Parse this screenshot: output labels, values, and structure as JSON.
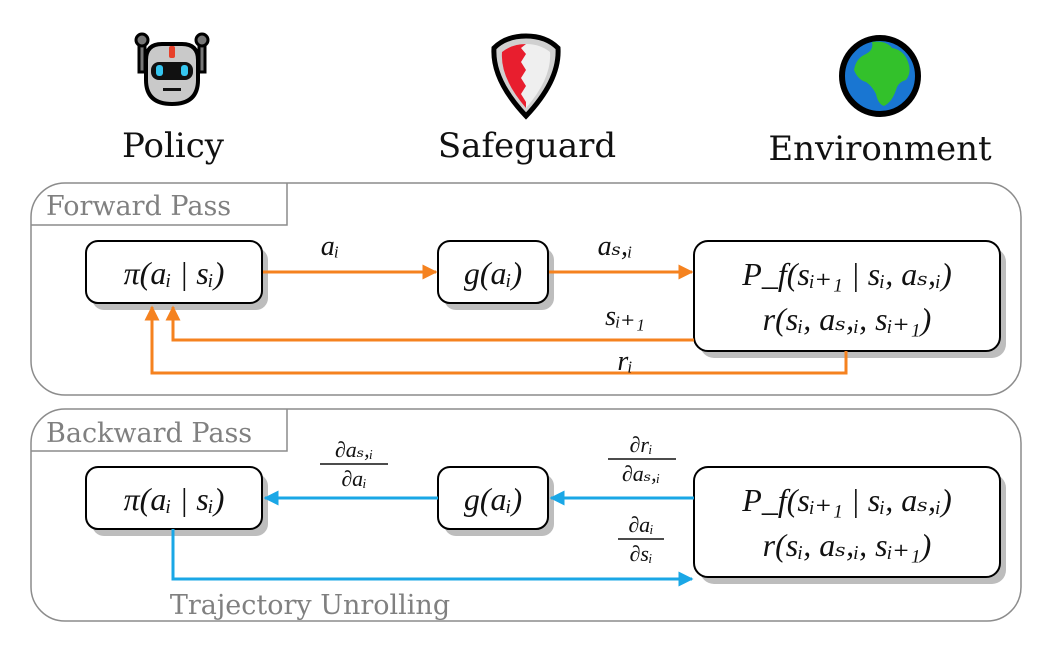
{
  "actors": [
    {
      "label": "Policy",
      "icon": "robot-icon"
    },
    {
      "label": "Safeguard",
      "icon": "shield-icon"
    },
    {
      "label": "Environment",
      "icon": "globe-icon"
    }
  ],
  "colors": {
    "forward": "#f5821f",
    "backward": "#1aa7e6",
    "panel_border": "#8c8c8c",
    "panel_label": "#808080",
    "node_shadow": "#bdbdbd"
  },
  "forward_pass": {
    "label": "Forward Pass",
    "nodes": {
      "policy": "π(aᵢ | sᵢ)",
      "safeguard": "g(aᵢ)",
      "env_line1": "P_f(sᵢ₊₁ | sᵢ, aₛ,ᵢ)",
      "env_line2": "r(sᵢ, aₛ,ᵢ, sᵢ₊₁)"
    },
    "edges": {
      "action": "aᵢ",
      "safe_action": "aₛ,ᵢ",
      "next_state": "sᵢ₊₁",
      "reward": "rᵢ"
    }
  },
  "backward_pass": {
    "label": "Backward Pass",
    "nodes": {
      "policy": "π(aᵢ | sᵢ)",
      "safeguard": "g(aᵢ)",
      "env_line1": "P_f(sᵢ₊₁ | sᵢ, aₛ,ᵢ)",
      "env_line2": "r(sᵢ, aₛ,ᵢ, sᵢ₊₁)"
    },
    "edges": {
      "grad_safeguard": {
        "num": "∂aₛ,ᵢ",
        "den": "∂aᵢ"
      },
      "grad_reward": {
        "num": "∂rᵢ",
        "den": "∂aₛ,ᵢ"
      },
      "grad_policy": {
        "num": "∂aᵢ",
        "den": "∂sᵢ"
      }
    },
    "unrolling_label": "Trajectory Unrolling"
  }
}
